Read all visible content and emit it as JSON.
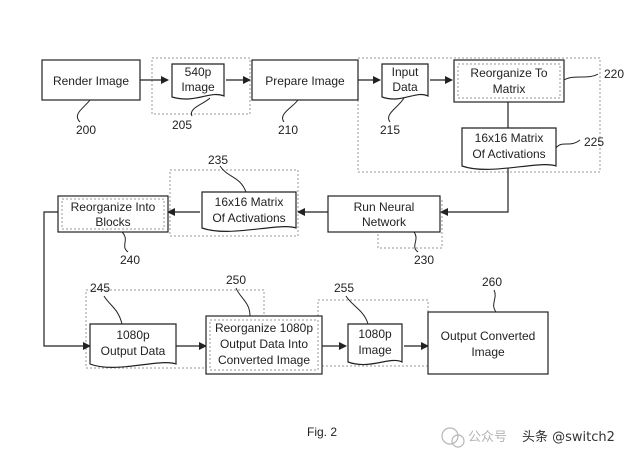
{
  "diagram": {
    "blocks": {
      "render_image": "Render Image",
      "image_540p_line1": "540p",
      "image_540p_line2": "Image",
      "prepare_image": "Prepare Image",
      "input_data_line1": "Input",
      "input_data_line2": "Data",
      "reorganize_matrix_line1": "Reorganize To",
      "reorganize_matrix_line2": "Matrix",
      "matrix_225_line1": "16x16 Matrix",
      "matrix_225_line2": "Of Activations",
      "run_nn_line1": "Run Neural",
      "run_nn_line2": "Network",
      "matrix_235_line1": "16x16 Matrix",
      "matrix_235_line2": "Of Activations",
      "reorganize_blocks_line1": "Reorganize Into",
      "reorganize_blocks_line2": "Blocks",
      "output_1080_line1": "1080p",
      "output_1080_line2": "Output Data",
      "reorganize_1080_line1": "Reorganize 1080p",
      "reorganize_1080_line2": "Output Data Into",
      "reorganize_1080_line3": "Converted Image",
      "image_1080_line1": "1080p",
      "image_1080_line2": "Image",
      "output_converted_line1": "Output Converted",
      "output_converted_line2": "Image"
    },
    "refs": {
      "r200": "200",
      "r205": "205",
      "r210": "210",
      "r215": "215",
      "r220": "220",
      "r225": "225",
      "r230": "230",
      "r235": "235",
      "r240": "240",
      "r245": "245",
      "r250": "250",
      "r255": "255",
      "r260": "260"
    },
    "caption": "Fig. 2"
  },
  "watermark": {
    "faint": "公众号",
    "text": "头条 @switch2"
  }
}
